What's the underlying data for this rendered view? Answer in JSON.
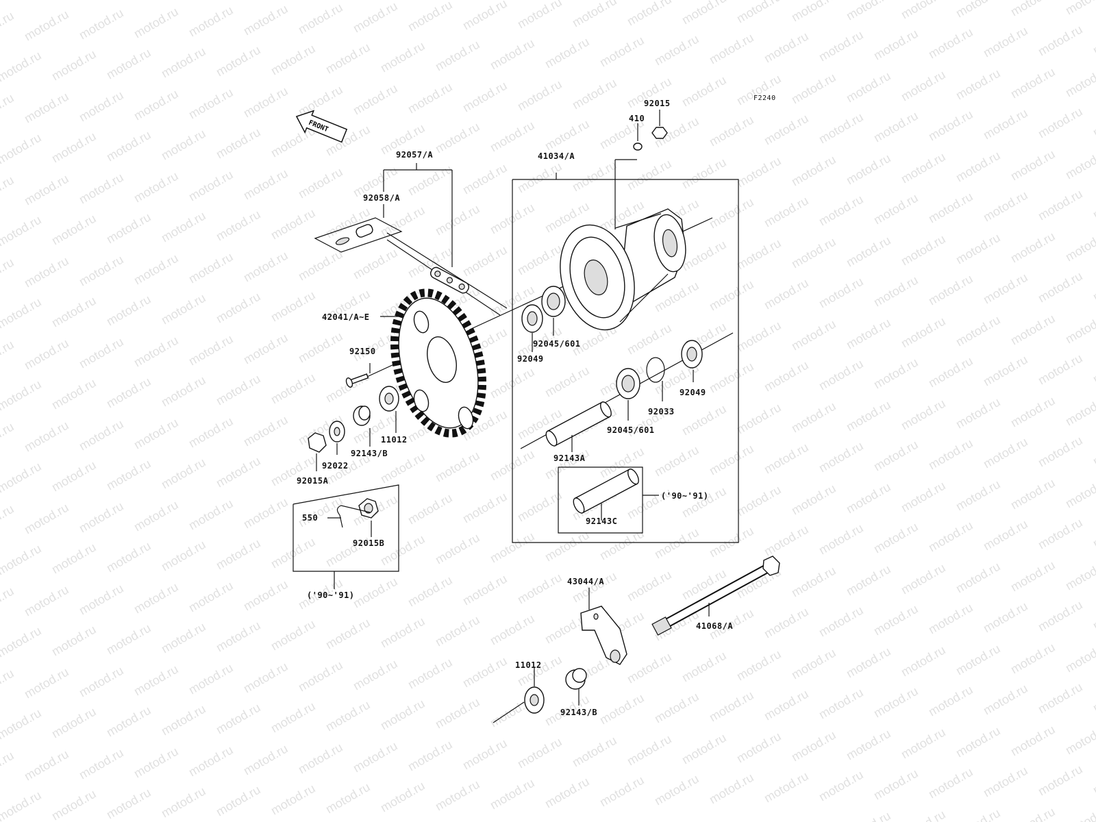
{
  "figure_code": "F2240",
  "front_arrow": "FRONT",
  "watermark": "motod.ru",
  "callouts": {
    "c92057": "92057/A",
    "c92058": "92058/A",
    "c41034": "41034/A",
    "c410": "410",
    "c92015": "92015",
    "c42041": "42041/A~E",
    "c92150": "92150",
    "c92049a": "92049",
    "c92045a": "92045/601",
    "c92049b": "92049",
    "c92033": "92033",
    "c92045b": "92045/601",
    "c92143a": "92143A",
    "c92143c": "92143C",
    "c9091a": "('90~'91)",
    "c11012a": "11012",
    "c92143b1": "92143/B",
    "c92022": "92022",
    "c92015a": "92015A",
    "c550": "550",
    "c92015b": "92015B",
    "c9091b": "('90~'91)",
    "c43044": "43044/A",
    "c41068": "41068/A",
    "c11012b": "11012",
    "c92143b2": "92143/B"
  }
}
